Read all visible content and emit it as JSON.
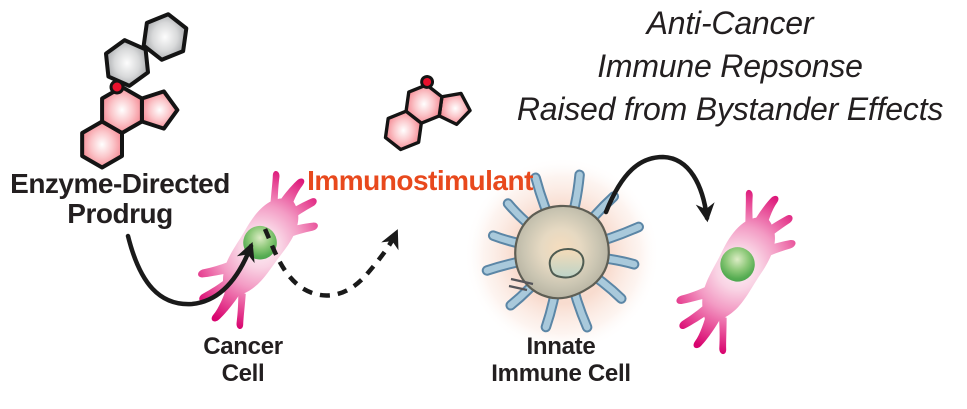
{
  "heading": {
    "lines": [
      "Anti-Cancer",
      "Immune Repsonse",
      "Raised from Bystander Effects"
    ]
  },
  "labels": {
    "prodrug": {
      "line1": "Enzyme-Directed",
      "line2": "Prodrug"
    },
    "cancer_cell": {
      "line1": "Cancer",
      "line2": "Cell"
    },
    "immunostimulant": {
      "text": "Immunostimulant"
    },
    "immune_cell": {
      "line1": "Innate",
      "line2": "Immune Cell"
    }
  },
  "colors": {
    "background": "#ffffff",
    "heading_text": "#231f20",
    "label_text": "#231f20",
    "immunostimulant_text": "#e8491d",
    "molecule_drug_pink": "#f2737f",
    "molecule_masking_gray": "#95979a",
    "molecule_outline": "#141414",
    "oxygen_dot_red": "#e8112d",
    "cancer_cell_magenta": "#d8046f",
    "cancer_cell_light": "#fdf4f8",
    "nucleus_green": "#4ba64f",
    "immune_cell_body_tan": "#cdc6b4",
    "immune_cell_dendrite_blue": "#a9c9db",
    "immune_cell_dendrite_outline": "#5b86a6",
    "immune_glow_peach": "#f7d6c7",
    "arrow": "#1a1a1a"
  },
  "graphics": {
    "prodrug_molecule_icon": "fused-ring-drug-with-two-gray-masking-hexagons-and-red-oxygen-dot",
    "immunostimulant_molecule_icon": "fused-ring-drug-with-red-oxygen-dot",
    "cancer_cell_icon": "spiky-magenta-cell-with-green-nucleus",
    "innate_immune_cell_icon": "dendritic-cell-with-blue-projections-on-peach-glow",
    "bystander_cancer_cell_icon": "spiky-magenta-cell-with-green-nucleus",
    "arrow_prodrug_to_cancer_cell": "solid-curved-arrow",
    "arrow_cancer_cell_to_immunostimulant": "dashed-curved-arrow",
    "arrow_immune_cell_to_bystander_cell": "solid-curved-arrow"
  }
}
